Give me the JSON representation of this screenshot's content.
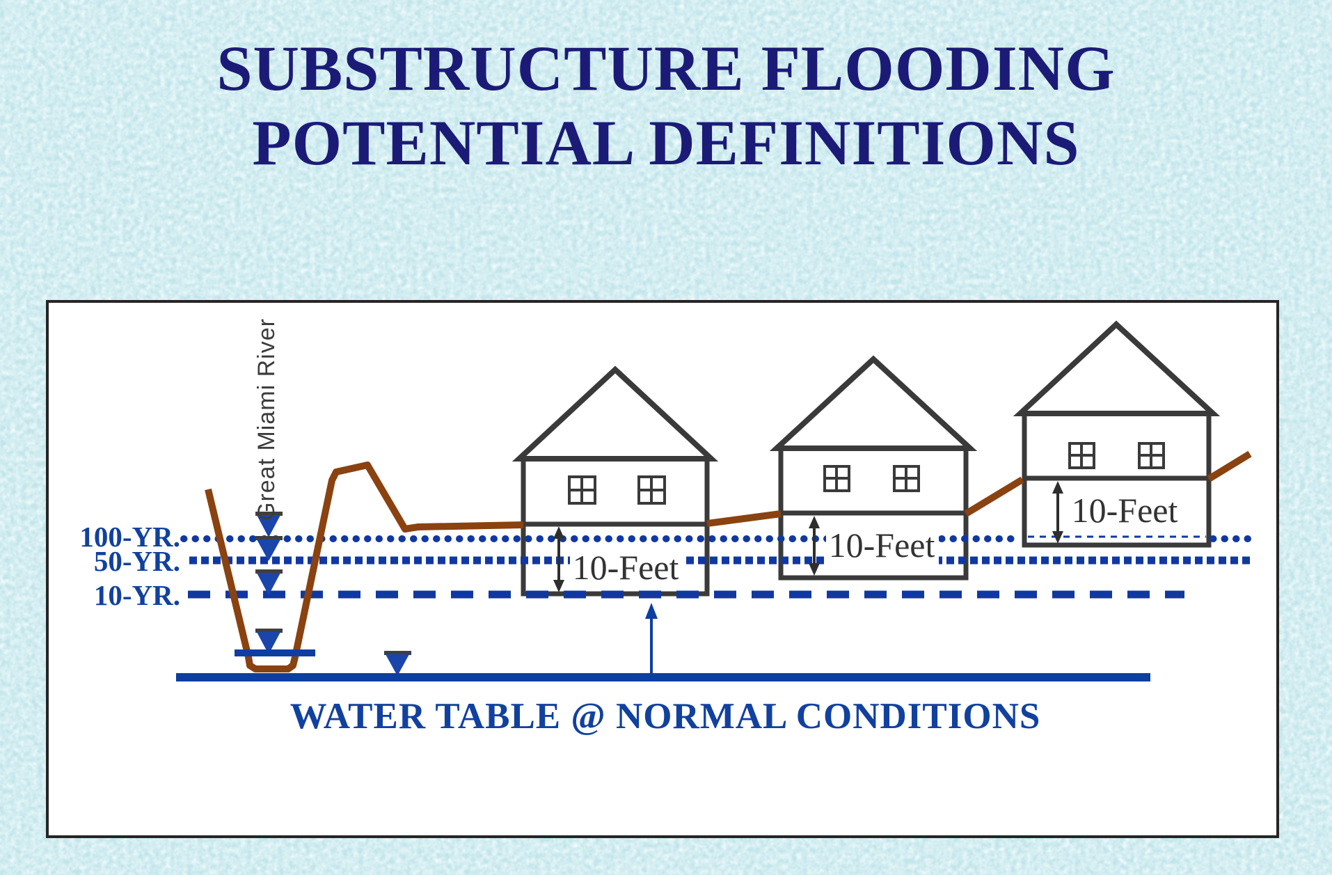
{
  "title": {
    "line1": "SUBSTRUCTURE FLOODING",
    "line2": "POTENTIAL DEFINITIONS"
  },
  "diagram": {
    "river_label": "Great Miami River",
    "flood_lines": [
      {
        "label": "100-YR.",
        "style": "round-dotted"
      },
      {
        "label": "50-YR.",
        "style": "square-dotted"
      },
      {
        "label": "10-YR.",
        "style": "long-dashed"
      }
    ],
    "houses": [
      {
        "depth_label": "10-Feet"
      },
      {
        "depth_label": "10-Feet"
      },
      {
        "depth_label": "10-Feet"
      }
    ],
    "water_table_label": "WATER TABLE @ NORMAL CONDITIONS",
    "colors": {
      "title_text": "#1b1b77",
      "flood_line_blue": "#1138a0",
      "label_blue": "#11419f",
      "water_fill_blue": "#0d3fa2",
      "ground_brown": "#8a4210",
      "house_outline": "#3a3a3a",
      "panel_background": "#ffffff",
      "slide_background": "#c3e7ec"
    }
  }
}
